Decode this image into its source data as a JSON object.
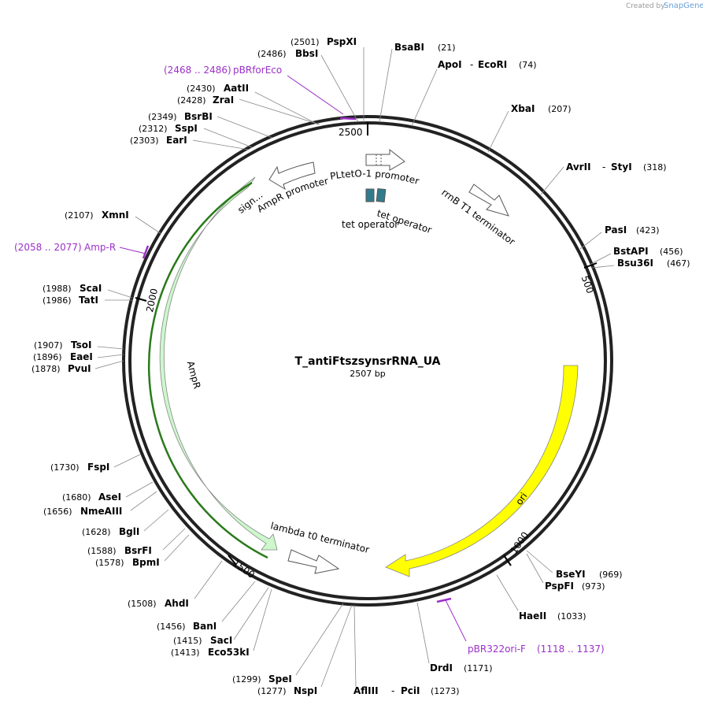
{
  "watermark": {
    "prefix": "Created by",
    "brand": "SnapGene"
  },
  "plasmid": {
    "name": "T_antiFtszsynsrRNA_UA",
    "size_label": "2507 bp",
    "length": 2507
  },
  "ticks": [
    {
      "pos": 500,
      "label": "500"
    },
    {
      "pos": 1000,
      "label": "1000"
    },
    {
      "pos": 1500,
      "label": "1500"
    },
    {
      "pos": 2000,
      "label": "2000"
    },
    {
      "pos": 2500,
      "label": "2500"
    }
  ],
  "features": [
    {
      "id": "ori",
      "label": "ori",
      "color": "#ffff00"
    },
    {
      "id": "ampr",
      "label": "AmpR",
      "color": "#ccf8cc"
    },
    {
      "id": "signal",
      "label": "sign...",
      "color": "#ccf8cc"
    },
    {
      "id": "ampr-promoter",
      "label": "AmpR promoter"
    },
    {
      "id": "pltet",
      "label": "PLtetO-1 promoter"
    },
    {
      "id": "rrnb",
      "label": "rrnB T1 terminator"
    },
    {
      "id": "lambda",
      "label": "lambda t0 terminator"
    },
    {
      "id": "tetop1",
      "label": "tet operator",
      "color": "#317c8c"
    },
    {
      "id": "tetop2",
      "label": "tet operator",
      "color": "#317c8c"
    }
  ],
  "sites": [
    {
      "name": "PspXI",
      "pos": "(2501)"
    },
    {
      "name": "BbsI",
      "pos": "(2486)"
    },
    {
      "name": "AatII",
      "pos": "(2430)"
    },
    {
      "name": "ZraI",
      "pos": "(2428)"
    },
    {
      "name": "BsrBI",
      "pos": "(2349)"
    },
    {
      "name": "SspI",
      "pos": "(2312)"
    },
    {
      "name": "EarI",
      "pos": "(2303)"
    },
    {
      "name": "XmnI",
      "pos": "(2107)"
    },
    {
      "name": "ScaI",
      "pos": "(1988)"
    },
    {
      "name": "TatI",
      "pos": "(1986)"
    },
    {
      "name": "TsoI",
      "pos": "(1907)"
    },
    {
      "name": "EaeI",
      "pos": "(1896)"
    },
    {
      "name": "PvuI",
      "pos": "(1878)"
    },
    {
      "name": "FspI",
      "pos": "(1730)"
    },
    {
      "name": "AseI",
      "pos": "(1680)"
    },
    {
      "name": "NmeAIII",
      "pos": "(1656)"
    },
    {
      "name": "BglI",
      "pos": "(1628)"
    },
    {
      "name": "BsrFI",
      "pos": "(1588)"
    },
    {
      "name": "BpmI",
      "pos": "(1578)"
    },
    {
      "name": "AhdI",
      "pos": "(1508)"
    },
    {
      "name": "BanI",
      "pos": "(1456)"
    },
    {
      "name": "SacI",
      "pos": "(1415)"
    },
    {
      "name": "Eco53kI",
      "pos": "(1413)"
    },
    {
      "name": "SpeI",
      "pos": "(1299)"
    },
    {
      "name": "NspI",
      "pos": "(1277)"
    },
    {
      "name": "AflIII",
      "name2": "PciI",
      "pos": "(1273)"
    },
    {
      "name": "DrdI",
      "pos": "(1171)"
    },
    {
      "name": "HaeII",
      "pos": "(1033)"
    },
    {
      "name": "PspFI",
      "pos": "(973)"
    },
    {
      "name": "BseYI",
      "pos": "(969)"
    },
    {
      "name": "Bsu36I",
      "pos": "(467)"
    },
    {
      "name": "BstAPI",
      "pos": "(456)"
    },
    {
      "name": "PasI",
      "pos": "(423)"
    },
    {
      "name": "AvrII",
      "name2": "StyI",
      "pos": "(318)"
    },
    {
      "name": "XbaI",
      "pos": "(207)"
    },
    {
      "name": "ApoI",
      "name2": "EcoRI",
      "pos": "(74)"
    },
    {
      "name": "BsaBI",
      "pos": "(21)"
    }
  ],
  "primers": [
    {
      "name": "pBRforEco",
      "range": "(2468 .. 2486)",
      "color": "#9b30c8"
    },
    {
      "name": "Amp-R",
      "range": "(2058 .. 2077)",
      "color": "#9b30c8"
    },
    {
      "name": "pBR322ori-F",
      "range": "(1118 .. 1137)",
      "color": "#9b30c8"
    }
  ]
}
